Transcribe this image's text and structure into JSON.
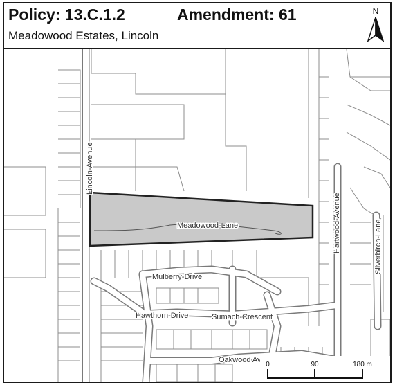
{
  "header": {
    "policy": "Policy: 13.C.1.2",
    "amendment": "Amendment: 61",
    "location": "Meadowood Estates, Lincoln"
  },
  "north_arrow": {
    "label": "N",
    "icon": "north-arrow-icon"
  },
  "streets": {
    "lincoln": "Lincoln-Avenue",
    "meadowood": "Meadowood-Lane",
    "hartwood": "Hartwood-Avenue",
    "silverbirch": "Silverbirch-Lane",
    "mulberry": "Mulberry-Drive",
    "hawthorn": "Hawthorn-Drive",
    "sumach": "Sumach-Crescent",
    "oakwood": "Oakwood Avenue"
  },
  "scale_bar": {
    "ticks": [
      "0",
      "90",
      "180 m"
    ]
  },
  "colors": {
    "highlight_fill": "#c9c9c9",
    "highlight_outline": "#222222",
    "road": "#ffffff",
    "parcel_line": "#8c8c8c"
  }
}
